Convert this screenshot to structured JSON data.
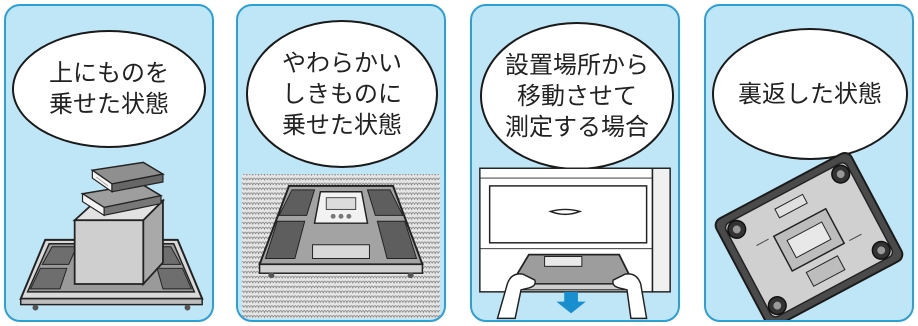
{
  "panels": [
    {
      "caption": "上にものを\n乗せた状態",
      "illustration": "scale-with-box-and-books"
    },
    {
      "caption": "やわらかい\nしきものに\n乗せた状態",
      "illustration": "scale-on-soft-rug"
    },
    {
      "caption": "設置場所から\n移動させて\n測定する場合",
      "illustration": "scale-pulled-from-under-cabinet"
    },
    {
      "caption": "裏返した状態",
      "illustration": "scale-upside-down"
    }
  ],
  "colors": {
    "panel_bg": "#bfe6f6",
    "panel_border": "#2c9fd6",
    "arrow": "#1a8fd0"
  }
}
